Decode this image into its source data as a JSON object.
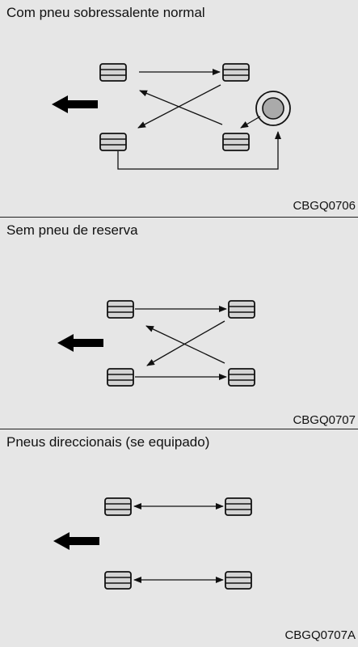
{
  "panels": [
    {
      "title": "Com pneu sobressalente normal",
      "code": "CBGQ0706"
    },
    {
      "title": "Sem pneu de reserva",
      "code": "CBGQ0707"
    },
    {
      "title": "Pneus direccionais (se equipado)",
      "code": "CBGQ0707A"
    }
  ],
  "colors": {
    "background": "#e6e6e6",
    "tire_fill": "#d4d4d4",
    "line": "#111111",
    "direction_arrow": "#000000"
  },
  "icons": {
    "tire": "tire-icon",
    "spare_tire": "spare-tire-icon",
    "direction": "direction-arrow-icon"
  }
}
